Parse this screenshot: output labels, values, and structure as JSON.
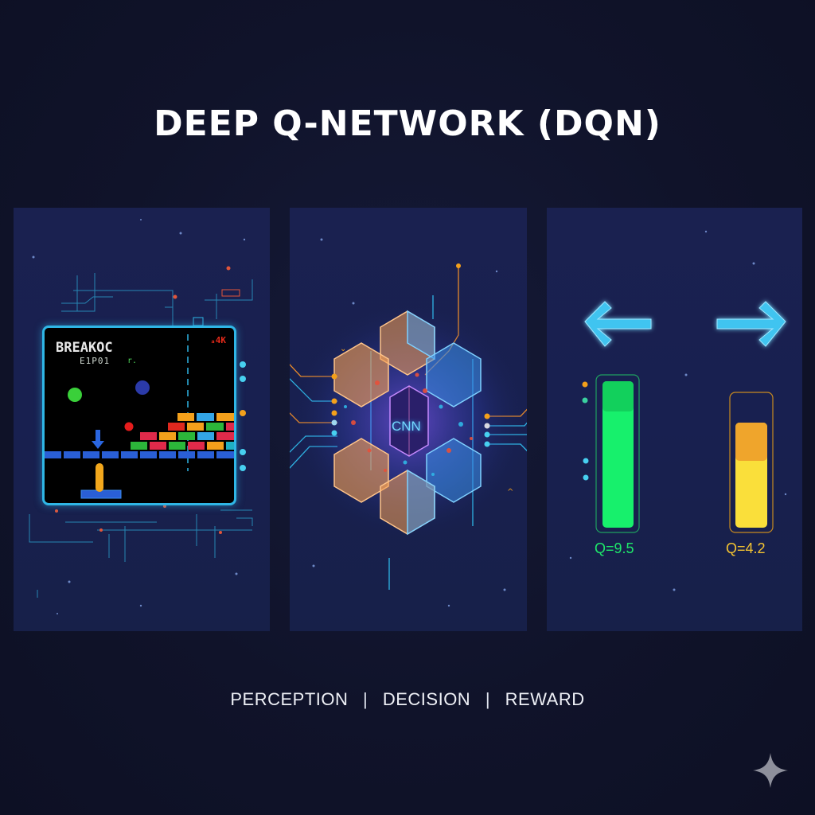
{
  "header": {
    "title": "DEEP Q-NETWORK (DQN)"
  },
  "panels": {
    "perception": {
      "game": {
        "title": "BREAKOC",
        "score": "E1P01",
        "score_mark": "r.",
        "hi_label": "ₐ4K",
        "colors": {
          "screen_border": "#2fb6e6",
          "paddle_base": "#2a5fd6",
          "paddle": "#f2a71c",
          "ball_green": "#3ad03a",
          "ball_blue": "#2b3aa8",
          "ball_red": "#e51c1c"
        }
      }
    },
    "decision": {
      "network_label": "CNN",
      "colors": {
        "orange_cube": "#f7a052",
        "blue_cube": "#3a8fe8",
        "glow": "#7a5cff"
      }
    },
    "reward": {
      "actions": [
        {
          "name": "left",
          "icon": "arrow-left-icon",
          "q_label": "Q=9.5",
          "q_value": 9.5,
          "color": "#1ee86a"
        },
        {
          "name": "right",
          "icon": "arrow-right-icon",
          "q_label": "Q=4.2",
          "q_value": 4.2,
          "color": "#f5c431"
        }
      ],
      "arrow_color": "#3fc4f0"
    }
  },
  "footer": {
    "items": [
      "PERCEPTION",
      "DECISION",
      "REWARD"
    ],
    "separator": "|"
  },
  "colors": {
    "background": "#10132a",
    "panel": "#18204a",
    "title_text": "#ffffff"
  }
}
